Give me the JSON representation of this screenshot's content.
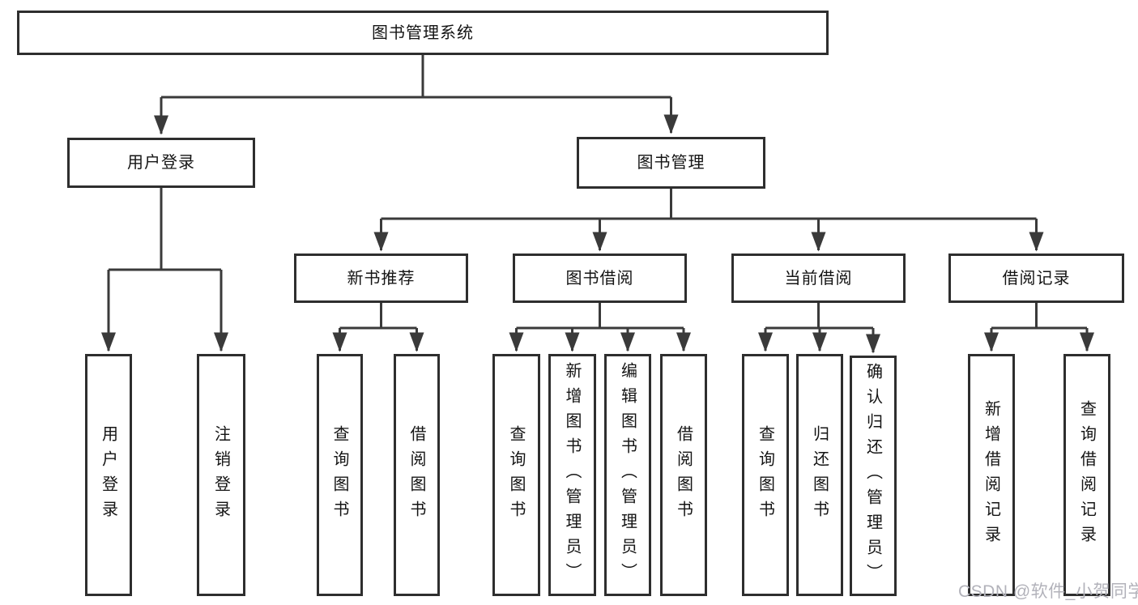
{
  "diagram_type": "hierarchy-diagram",
  "colors": {
    "background": "#ffffff",
    "line": "#3a3a3a",
    "box_border": "#2e2e2e",
    "box_fill": "#ffffff",
    "text": "#141414",
    "watermark": "#b2b2ba"
  },
  "tree": {
    "root": {
      "label": "图书管理系统",
      "children": [
        {
          "label": "用户登录",
          "children": [
            {
              "label": "用户登录"
            },
            {
              "label": "注销登录"
            }
          ]
        },
        {
          "label": "图书管理",
          "children": [
            {
              "label": "新书推荐",
              "children": [
                {
                  "label": "查询图书"
                },
                {
                  "label": "借阅图书"
                }
              ]
            },
            {
              "label": "图书借阅",
              "children": [
                {
                  "label": "查询图书"
                },
                {
                  "label": "新增图书（管理员）"
                },
                {
                  "label": "编辑图书（管理员）"
                },
                {
                  "label": "借阅图书"
                }
              ]
            },
            {
              "label": "当前借阅",
              "children": [
                {
                  "label": "查询图书"
                },
                {
                  "label": "归还图书"
                },
                {
                  "label": "确认归还（管理员）"
                }
              ]
            },
            {
              "label": "借阅记录",
              "children": [
                {
                  "label": "新增借阅记录"
                },
                {
                  "label": "查询借阅记录"
                }
              ]
            }
          ]
        }
      ]
    }
  },
  "watermark": {
    "text": "CSDN @软件_小贺同学"
  }
}
